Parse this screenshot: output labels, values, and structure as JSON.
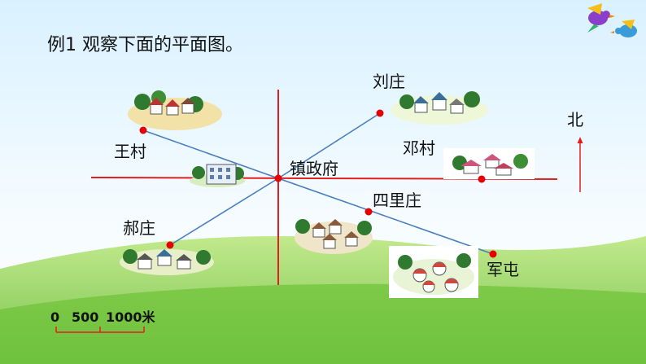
{
  "title": "例1 观察下面的平面图。",
  "places": {
    "wangcun": "王村",
    "liuzhuang": "刘庄",
    "zhengfu": "镇政府",
    "dengcun": "邓村",
    "silizhuang": "四里庄",
    "haozhuang": "郝庄",
    "juntun": "军屯"
  },
  "north": "北",
  "scale": {
    "s0": "0",
    "s500": "500",
    "s1000": "1000米"
  },
  "colors": {
    "sky_top": "#bfe6ff",
    "grass": "#8fd14f",
    "red_line": "#e02020",
    "blue_line": "#4a7fc0",
    "dot": "#e60000"
  }
}
